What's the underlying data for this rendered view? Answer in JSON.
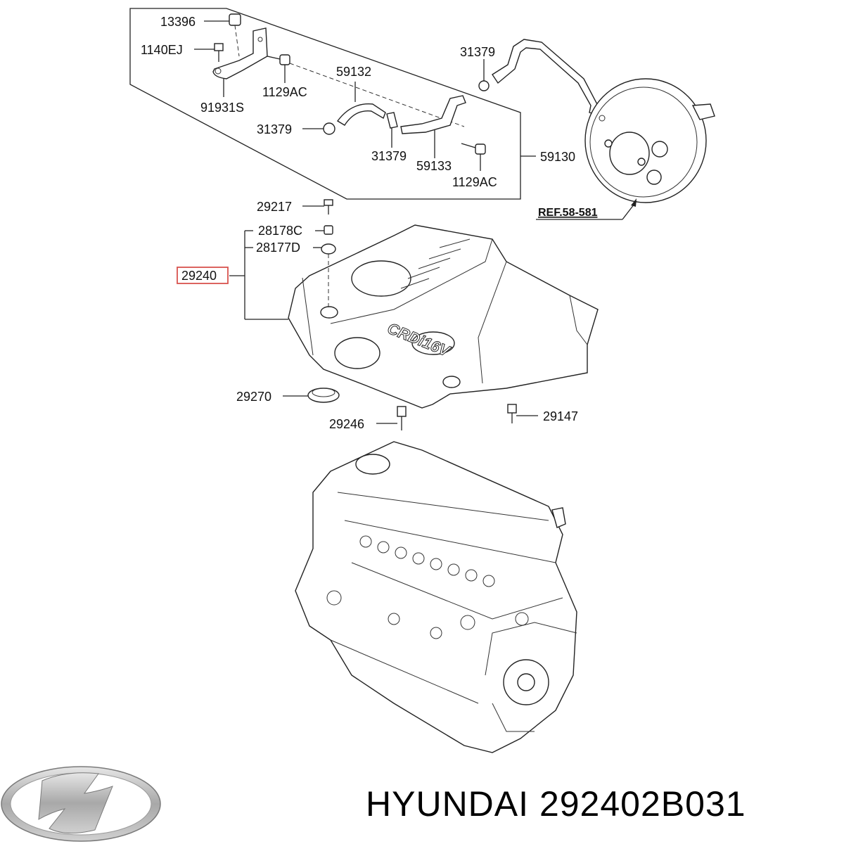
{
  "labels": {
    "p13396": "13396",
    "p1140EJ": "1140EJ",
    "p1129AC_top": "1129AC",
    "p91931S": "91931S",
    "p59132": "59132",
    "p31379_left": "31379",
    "p31379_mid": "31379",
    "p59133": "59133",
    "p1129AC_bot": "1129AC",
    "p59130": "59130",
    "p31379_top": "31379",
    "ref": "REF.58-581",
    "p29217": "29217",
    "p28178C": "28178C",
    "p28177D": "28177D",
    "p29240": "29240",
    "p29270": "29270",
    "p29246": "29246",
    "p29147": "29147"
  },
  "cover_text": "CRDi16V",
  "caption": {
    "brand": "HYUNDAI",
    "part_number": "292402B031"
  },
  "colors": {
    "highlight_box": "#d9534f",
    "line": "#222222",
    "logo_silver": "#b8b8b8"
  },
  "logo": "hyundai-logo-icon"
}
